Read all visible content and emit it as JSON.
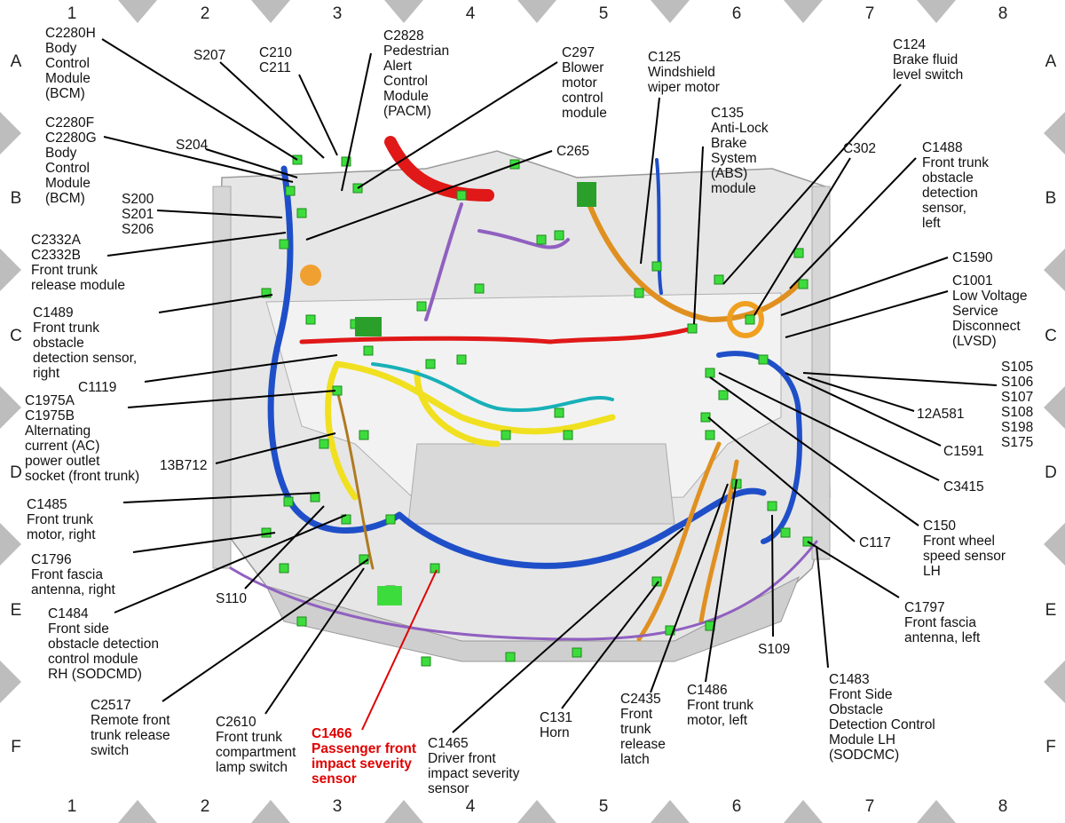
{
  "grid": {
    "columns": [
      "1",
      "2",
      "3",
      "4",
      "5",
      "6",
      "7",
      "8"
    ],
    "rows": [
      "A",
      "B",
      "C",
      "D",
      "E",
      "F"
    ]
  },
  "callouts": [
    {
      "id": "c2280h",
      "text": "C2280H\nBody\nControl\nModule\n(BCM)"
    },
    {
      "id": "s207",
      "text": "S207"
    },
    {
      "id": "c210",
      "text": "C210\nC211"
    },
    {
      "id": "c2828",
      "text": "C2828\nPedestrian\nAlert\nControl\nModule\n(PACM)"
    },
    {
      "id": "c297",
      "text": "C297\nBlower\nmotor\ncontrol\nmodule"
    },
    {
      "id": "c125",
      "text": "C125\nWindshield\nwiper motor"
    },
    {
      "id": "c124",
      "text": "C124\nBrake fluid\nlevel switch"
    },
    {
      "id": "c2280f",
      "text": "C2280F\nC2280G\nBody\nControl\nModule\n(BCM)"
    },
    {
      "id": "s204",
      "text": "S204"
    },
    {
      "id": "c265",
      "text": "C265"
    },
    {
      "id": "c135",
      "text": "C135\nAnti-Lock\nBrake\nSystem\n(ABS)\nmodule"
    },
    {
      "id": "c302",
      "text": "C302"
    },
    {
      "id": "c1488",
      "text": "C1488\nFront trunk\nobstacle\ndetection\nsensor,\nleft"
    },
    {
      "id": "s200",
      "text": "S200\nS201\nS206"
    },
    {
      "id": "c2332",
      "text": "C2332A\nC2332B\nFront trunk\nrelease module"
    },
    {
      "id": "c1590",
      "text": "C1590"
    },
    {
      "id": "c1001",
      "text": "C1001\nLow Voltage\nService\nDisconnect\n(LVSD)"
    },
    {
      "id": "c1489",
      "text": "C1489\nFront trunk\nobstacle\ndetection sensor,\nright"
    },
    {
      "id": "c1119",
      "text": "C1119"
    },
    {
      "id": "s105",
      "text": "S105\nS106\nS107\nS108\nS198\nS175"
    },
    {
      "id": "c1975",
      "text": "C1975A\nC1975B\nAlternating\ncurrent (AC)\npower outlet\nsocket (front trunk)"
    },
    {
      "id": "a12581",
      "text": "12A581"
    },
    {
      "id": "c1591",
      "text": "C1591"
    },
    {
      "id": "b13712",
      "text": "13B712"
    },
    {
      "id": "c3415",
      "text": "C3415"
    },
    {
      "id": "c1485",
      "text": "C1485\nFront trunk\nmotor, right"
    },
    {
      "id": "c150",
      "text": "C150\nFront wheel\nspeed sensor\nLH"
    },
    {
      "id": "c117",
      "text": "C117"
    },
    {
      "id": "c1796",
      "text": "C1796\nFront fascia\nantenna, right"
    },
    {
      "id": "s110",
      "text": "S110"
    },
    {
      "id": "c1797",
      "text": "C1797\nFront fascia\nantenna, left"
    },
    {
      "id": "c1484",
      "text": "C1484\nFront side\nobstacle detection\ncontrol module\nRH (SODCMD)"
    },
    {
      "id": "s109",
      "text": "S109"
    },
    {
      "id": "c1483",
      "text": "C1483\nFront Side\nObstacle\nDetection Control\nModule LH\n(SODCMC)"
    },
    {
      "id": "c2435",
      "text": "C2435\nFront\ntrunk\nrelease\nlatch"
    },
    {
      "id": "c1486",
      "text": "C1486\nFront trunk\nmotor, left"
    },
    {
      "id": "c2517",
      "text": "C2517\nRemote front\ntrunk release\nswitch"
    },
    {
      "id": "c2610",
      "text": "C2610\nFront trunk\ncompartment\nlamp switch"
    },
    {
      "id": "c1466",
      "text": "C1466\nPassenger front\nimpact severity\nsensor",
      "highlight": true
    },
    {
      "id": "c1465",
      "text": "C1465\nDriver front\nimpact severity\nsensor"
    },
    {
      "id": "c131",
      "text": "C131\nHorn"
    }
  ],
  "colors": {
    "leader": "#000000",
    "highlight": "#e00000",
    "connector": "#3ddc3d",
    "harness_blue": "#1f4fc8",
    "harness_yellow": "#f0e020",
    "harness_orange": "#e09020",
    "harness_red": "#e01818",
    "harness_purple": "#9060c0",
    "harness_teal": "#18b0b8",
    "body_gray": "#d8d8d8",
    "border_triangle": "#bdbdbd"
  }
}
